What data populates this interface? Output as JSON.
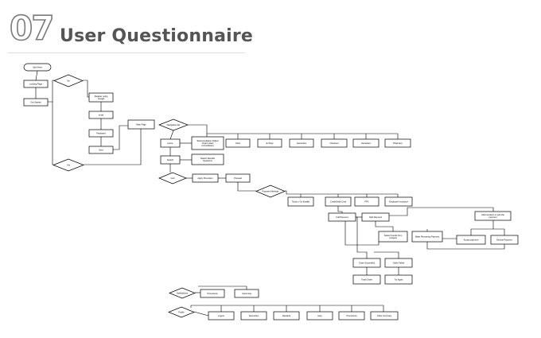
{
  "header": {
    "number": "07",
    "title": "User Questionnaire"
  },
  "flowchart": {
    "nodes": [
      {
        "id": "start",
        "label": "Start Here",
        "shape": "terminal"
      },
      {
        "id": "landing",
        "label": "Landing Page",
        "shape": "rect"
      },
      {
        "id": "getstarted",
        "label": "Get Started",
        "shape": "rect"
      },
      {
        "id": "d_no",
        "label": "No",
        "shape": "diamond"
      },
      {
        "id": "register",
        "label": "Register using Google",
        "shape": "rect"
      },
      {
        "id": "email",
        "label": "email",
        "shape": "rect"
      },
      {
        "id": "password",
        "label": "Password",
        "shape": "rect"
      },
      {
        "id": "next",
        "label": "Next",
        "shape": "rect"
      },
      {
        "id": "d_yes",
        "label": "Yes",
        "shape": "diamond"
      },
      {
        "id": "mainpage",
        "label": "Main Page",
        "shape": "rect"
      },
      {
        "id": "d_nav",
        "label": "Navigation bar",
        "shape": "diamond"
      },
      {
        "id": "home",
        "label": "Home",
        "shape": "rect"
      },
      {
        "id": "teleconsult",
        "label": "Teleconsultation (Video/ Chat/ Instant Consultation)",
        "shape": "rect"
      },
      {
        "id": "clinic",
        "label": "Clinic",
        "shape": "rect"
      },
      {
        "id": "eshop",
        "label": "E-Shop",
        "shape": "rect"
      },
      {
        "id": "favourites",
        "label": "Favourites",
        "shape": "rect"
      },
      {
        "id": "checkout",
        "label": "Checkout",
        "shape": "rect"
      },
      {
        "id": "homecare",
        "label": "Homecare",
        "shape": "rect"
      },
      {
        "id": "pharmacy",
        "label": "Pharmacy",
        "shape": "rect"
      },
      {
        "id": "search",
        "label": "Search",
        "shape": "rect"
      },
      {
        "id": "searchresults",
        "label": "Search Results/ Questions",
        "shape": "rect"
      },
      {
        "id": "d_cart",
        "label": "Cart",
        "shape": "diamond"
      },
      {
        "id": "applypromo",
        "label": "Apply Promotion",
        "shape": "rect"
      },
      {
        "id": "proceed",
        "label": "Proceed",
        "shape": "rect"
      },
      {
        "id": "d_payment",
        "label": "Payment Methods",
        "shape": "diamond"
      },
      {
        "id": "touchngo",
        "label": "Touch n Go Ewallet",
        "shape": "rect"
      },
      {
        "id": "creditdebit",
        "label": "Credit/Debit Card",
        "shape": "rect"
      },
      {
        "id": "fpx",
        "label": "FPX",
        "shape": "rect"
      },
      {
        "id": "insurance",
        "label": "Employer/ Insurance",
        "shape": "rect"
      },
      {
        "id": "fullpayment",
        "label": "Full Payment",
        "shape": "rect"
      },
      {
        "id": "splitpayment",
        "label": "Split Payment",
        "shape": "rect"
      },
      {
        "id": "addmembers",
        "label": "Add members to split the payment",
        "shape": "rect"
      },
      {
        "id": "selectfriends",
        "label": "Select Friends from contacts",
        "shape": "rect"
      },
      {
        "id": "makeremaining",
        "label": "Make Remaining Payment",
        "shape": "rect"
      },
      {
        "id": "accept",
        "label": "Accept payment",
        "shape": "rect"
      },
      {
        "id": "decline",
        "label": "Decline Payment",
        "shape": "rect"
      },
      {
        "id": "success",
        "label": "Order Successful",
        "shape": "rect"
      },
      {
        "id": "failed",
        "label": "Order Failed",
        "shape": "rect"
      },
      {
        "id": "trackorder",
        "label": "Track Order",
        "shape": "rect"
      },
      {
        "id": "tryagain",
        "label": "Try Again",
        "shape": "rect"
      },
      {
        "id": "d_notify",
        "label": "Notifications",
        "shape": "diamond"
      },
      {
        "id": "promotions_n",
        "label": "Promotions",
        "shape": "rect"
      },
      {
        "id": "upcoming",
        "label": "Upcoming",
        "shape": "rect"
      },
      {
        "id": "d_profile",
        "label": "Profile",
        "shape": "diamond"
      },
      {
        "id": "logout",
        "label": "Logout",
        "shape": "rect"
      },
      {
        "id": "favourites2",
        "label": "Favourites",
        "shape": "rect"
      },
      {
        "id": "rewards",
        "label": "Rewards",
        "shape": "rect"
      },
      {
        "id": "help",
        "label": "Help",
        "shape": "rect"
      },
      {
        "id": "promotions_p",
        "label": "Promotions",
        "shape": "rect"
      },
      {
        "id": "orderhistory",
        "label": "Order Summary",
        "shape": "rect"
      }
    ]
  }
}
